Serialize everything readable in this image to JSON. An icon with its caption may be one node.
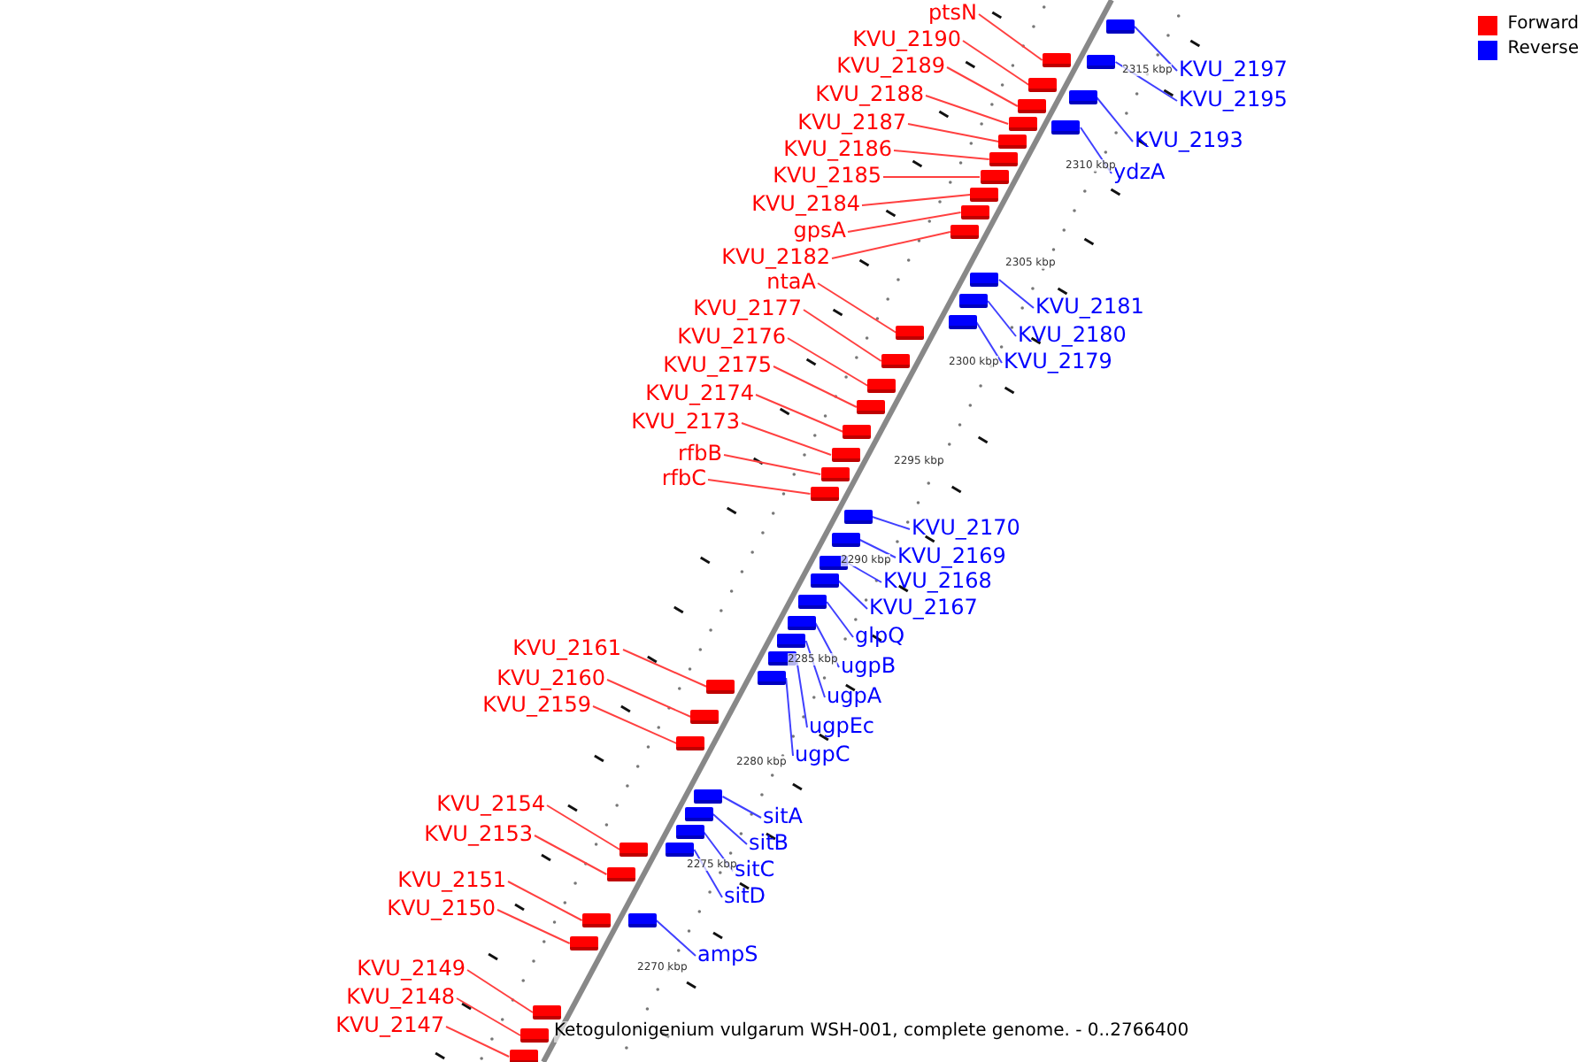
{
  "diagram": {
    "caption": "Ketogulonigenium vulgarum WSH-001, complete genome. - 0..2766400",
    "nodes": [
      {
        "text": [
          "ptsN"
        ]
      },
      {
        "text": [],
        "shape": "box"
      },
      {
        "text": [
          "KVU_2190"
        ]
      },
      {
        "text": [],
        "shape": "box"
      },
      {
        "text": [
          "KVU_2189"
        ]
      },
      {
        "text": [],
        "shape": "box"
      },
      {
        "text": [
          "KVU_2188"
        ]
      },
      {
        "text": [],
        "shape": "box"
      },
      {
        "text": [
          "KVU_2187"
        ]
      },
      {
        "text": [],
        "shape": "box"
      },
      {
        "text": [
          "KVU_2186"
        ]
      },
      {
        "text": [],
        "shape": "box"
      },
      {
        "text": [
          "KVU_2185"
        ]
      },
      {
        "text": [],
        "shape": "box"
      },
      {
        "text": [
          "KVU_2184"
        ]
      },
      {
        "text": [],
        "shape": "box"
      },
      {
        "text": [
          "gpsA"
        ]
      },
      {
        "text": [],
        "shape": "box"
      },
      {
        "text": [
          "KVU_2182"
        ]
      },
      {
        "text": [],
        "shape": "box"
      },
      {
        "text": [
          "ntaA"
        ]
      },
      {
        "text": [],
        "shape": "box"
      },
      {
        "text": [
          "KVU_2177"
        ]
      },
      {
        "text": [],
        "shape": "box"
      },
      {
        "text": [
          "KVU_2176"
        ]
      },
      {
        "text": [],
        "shape": "box"
      },
      {
        "text": [
          "KVU_2175"
        ]
      },
      {
        "text": [],
        "shape": "box"
      },
      {
        "text": [
          "KVU_2174"
        ]
      },
      {
        "text": [],
        "shape": "box"
      },
      {
        "text": [
          "KVU_2173"
        ]
      },
      {
        "text": [],
        "shape": "box"
      },
      {
        "text": [
          "rfbB"
        ]
      },
      {
        "text": [],
        "shape": "box"
      },
      {
        "text": [
          "rfbC"
        ]
      },
      {
        "text": [],
        "shape": "box"
      },
      {
        "text": [
          "KVU_2161"
        ]
      },
      {
        "text": [],
        "shape": "box"
      },
      {
        "text": [
          "KVU_2160"
        ]
      },
      {
        "text": [],
        "shape": "box"
      },
      {
        "text": [
          "KVU_2159"
        ]
      },
      {
        "text": [],
        "shape": "box"
      },
      {
        "text": [
          "KVU_2154"
        ]
      },
      {
        "text": [],
        "shape": "box"
      },
      {
        "text": [
          "KVU_2153"
        ]
      },
      {
        "text": [],
        "shape": "box"
      },
      {
        "text": [
          "KVU_2151"
        ]
      },
      {
        "text": [],
        "shape": "box"
      },
      {
        "text": [
          "KVU_2150"
        ]
      },
      {
        "text": [],
        "shape": "box"
      },
      {
        "text": [
          "KVU_2149"
        ]
      },
      {
        "text": [],
        "shape": "box"
      },
      {
        "text": [
          "KVU_2148"
        ]
      },
      {
        "text": [],
        "shape": "box"
      },
      {
        "text": [
          "KVU_2147"
        ]
      },
      {
        "text": [],
        "shape": "box"
      },
      {
        "text": [
          "KVU_2197"
        ]
      },
      {
        "text": [],
        "shape": "box"
      },
      {
        "text": [
          "KVU_2195"
        ]
      },
      {
        "text": [],
        "shape": "box"
      },
      {
        "text": [
          "KVU_2193"
        ]
      },
      {
        "text": [],
        "shape": "box"
      },
      {
        "text": [
          "ydzA"
        ]
      },
      {
        "text": [],
        "shape": "box"
      },
      {
        "text": [
          "KVU_2181"
        ]
      },
      {
        "text": [],
        "shape": "box"
      },
      {
        "text": [
          "KVU_2180"
        ]
      },
      {
        "text": [],
        "shape": "box"
      },
      {
        "text": [
          "KVU_2179"
        ]
      },
      {
        "text": [],
        "shape": "box"
      },
      {
        "text": [
          "KVU_2170"
        ]
      },
      {
        "text": [],
        "shape": "box"
      },
      {
        "text": [
          "KVU_2169"
        ]
      },
      {
        "text": [],
        "shape": "box"
      },
      {
        "text": [
          "KVU_2168"
        ]
      },
      {
        "text": [],
        "shape": "box"
      },
      {
        "text": [
          "KVU_2167"
        ]
      },
      {
        "text": [],
        "shape": "box"
      },
      {
        "text": [
          "glpQ"
        ]
      },
      {
        "text": [],
        "shape": "box"
      },
      {
        "text": [
          "ugpB"
        ]
      },
      {
        "text": [],
        "shape": "box"
      },
      {
        "text": [
          "ugpA"
        ]
      },
      {
        "text": [],
        "shape": "box"
      },
      {
        "text": [
          "ugpEc"
        ]
      },
      {
        "text": [],
        "shape": "box"
      },
      {
        "text": [
          "ugpC"
        ]
      },
      {
        "text": [],
        "shape": "box"
      },
      {
        "text": [
          "sitA"
        ]
      },
      {
        "text": [],
        "shape": "box"
      },
      {
        "text": [
          "sitB"
        ]
      },
      {
        "text": [],
        "shape": "box"
      },
      {
        "text": [
          "sitC"
        ]
      },
      {
        "text": [],
        "shape": "box"
      },
      {
        "text": [
          "sitD"
        ]
      },
      {
        "text": [],
        "shape": "box"
      },
      {
        "text": [
          "ampS"
        ]
      },
      {
        "text": [],
        "shape": "box"
      }
    ],
    "edges": [
      {
        "from": 0,
        "to": 1,
        "arrow": "none",
        "color": "#ff4040"
      },
      {
        "from": 2,
        "to": 3,
        "arrow": "none",
        "color": "#ff4040"
      },
      {
        "from": 4,
        "to": 5,
        "arrow": "none",
        "color": "#ff4040"
      },
      {
        "from": 6,
        "to": 7,
        "arrow": "none",
        "color": "#ff4040"
      },
      {
        "from": 8,
        "to": 9,
        "arrow": "none",
        "color": "#ff4040"
      },
      {
        "from": 10,
        "to": 11,
        "arrow": "none",
        "color": "#ff4040"
      },
      {
        "from": 12,
        "to": 13,
        "arrow": "none",
        "color": "#ff4040"
      },
      {
        "from": 14,
        "to": 15,
        "arrow": "none",
        "color": "#ff4040"
      },
      {
        "from": 16,
        "to": 17,
        "arrow": "none",
        "color": "#ff4040"
      },
      {
        "from": 18,
        "to": 19,
        "arrow": "none",
        "color": "#ff4040"
      },
      {
        "from": 20,
        "to": 21,
        "arrow": "none",
        "color": "#ff4040"
      },
      {
        "from": 22,
        "to": 23,
        "arrow": "none",
        "color": "#ff4040"
      },
      {
        "from": 24,
        "to": 25,
        "arrow": "none",
        "color": "#ff4040"
      },
      {
        "from": 26,
        "to": 27,
        "arrow": "none",
        "color": "#ff4040"
      },
      {
        "from": 28,
        "to": 29,
        "arrow": "none",
        "color": "#ff4040"
      },
      {
        "from": 30,
        "to": 31,
        "arrow": "none",
        "color": "#ff4040"
      },
      {
        "from": 32,
        "to": 33,
        "arrow": "none",
        "color": "#ff4040"
      },
      {
        "from": 34,
        "to": 35,
        "arrow": "none",
        "color": "#ff4040"
      },
      {
        "from": 36,
        "to": 37,
        "arrow": "none",
        "color": "#ff4040"
      },
      {
        "from": 38,
        "to": 39,
        "arrow": "none",
        "color": "#ff4040"
      },
      {
        "from": 40,
        "to": 41,
        "arrow": "none",
        "color": "#ff4040"
      },
      {
        "from": 42,
        "to": 43,
        "arrow": "none",
        "color": "#ff4040"
      },
      {
        "from": 44,
        "to": 45,
        "arrow": "none",
        "color": "#ff4040"
      },
      {
        "from": 46,
        "to": 47,
        "arrow": "none",
        "color": "#ff4040"
      },
      {
        "from": 48,
        "to": 49,
        "arrow": "none",
        "color": "#ff4040"
      },
      {
        "from": 50,
        "to": 51,
        "arrow": "none",
        "color": "#ff4040"
      },
      {
        "from": 52,
        "to": 53,
        "arrow": "none",
        "color": "#ff4040"
      },
      {
        "from": 54,
        "to": 55,
        "arrow": "none",
        "color": "#ff4040"
      },
      {
        "from": 56,
        "to": 57,
        "arrow": "none",
        "color": "#4040ff"
      },
      {
        "from": 58,
        "to": 59,
        "arrow": "none",
        "color": "#4040ff"
      },
      {
        "from": 60,
        "to": 61,
        "arrow": "none",
        "color": "#4040ff"
      },
      {
        "from": 62,
        "to": 63,
        "arrow": "none",
        "color": "#4040ff"
      },
      {
        "from": 64,
        "to": 65,
        "arrow": "none",
        "color": "#4040ff"
      },
      {
        "from": 66,
        "to": 67,
        "arrow": "none",
        "color": "#4040ff"
      },
      {
        "from": 68,
        "to": 69,
        "arrow": "none",
        "color": "#4040ff"
      },
      {
        "from": 70,
        "to": 71,
        "arrow": "none",
        "color": "#4040ff"
      },
      {
        "from": 72,
        "to": 73,
        "arrow": "none",
        "color": "#4040ff"
      },
      {
        "from": 74,
        "to": 75,
        "arrow": "none",
        "color": "#4040ff"
      },
      {
        "from": 76,
        "to": 77,
        "arrow": "none",
        "color": "#4040ff"
      },
      {
        "from": 78,
        "to": 79,
        "arrow": "none",
        "color": "#4040ff"
      },
      {
        "from": 80,
        "to": 81,
        "arrow": "none",
        "color": "#4040ff"
      },
      {
        "from": 82,
        "to": 83,
        "arrow": "none",
        "color": "#4040ff"
      },
      {
        "from": 84,
        "to": 85,
        "arrow": "none",
        "color": "#4040ff"
      },
      {
        "from": 86,
        "to": 87,
        "arrow": "none",
        "color": "#4040ff"
      },
      {
        "from": 88,
        "to": 89,
        "arrow": "none",
        "color": "#4040ff"
      },
      {
        "from": 90,
        "to": 91,
        "arrow": "none",
        "color": "#4040ff"
      },
      {
        "from": 92,
        "to": 93,
        "arrow": "none",
        "color": "#4040ff"
      },
      {
        "from": 94,
        "to": 95,
        "arrow": "none",
        "color": "#4040ff"
      },
      {
        "from": 96,
        "to": 97,
        "arrow": "none",
        "color": "#4040ff"
      }
    ],
    "labels": [
      "2315 kbp",
      "2310 kbp",
      "2305 kbp",
      "2300 kbp",
      "2295 kbp",
      "2290 kbp",
      "2285 kbp",
      "2280 kbp",
      "2275 kbp",
      "2270 kbp"
    ],
    "legend": [
      {
        "text": "Forward",
        "color": "#ff0000"
      },
      {
        "text": "Reverse",
        "color": "#0000ff"
      }
    ]
  }
}
